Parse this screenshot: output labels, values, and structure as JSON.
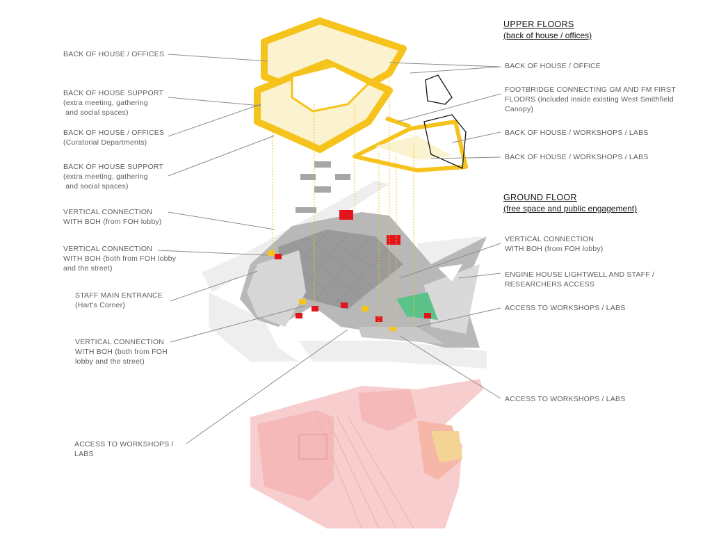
{
  "headings": {
    "upper": {
      "title": "UPPER FLOORS",
      "subtitle": "(back of house / offices)"
    },
    "ground": {
      "title": "GROUND FLOOR",
      "subtitle": "(free space and public engagement)"
    }
  },
  "left_labels": [
    {
      "id": "boh-offices",
      "line1": "BACK OF HOUSE / OFFICES",
      "line2": ""
    },
    {
      "id": "boh-support-1",
      "line1": "BACK OF HOUSE SUPPORT",
      "line2": "(extra meeting, gathering",
      "line3": " and social spaces)"
    },
    {
      "id": "boh-offices-curatorial",
      "line1": "BACK OF HOUSE / OFFICES",
      "line2": "(Curatorial Departments)"
    },
    {
      "id": "boh-support-2",
      "line1": "BACK OF HOUSE SUPPORT",
      "line2": "(extra meeting, gathering",
      "line3": " and social spaces)"
    },
    {
      "id": "vertical-foh",
      "line1": "VERTICAL CONNECTION",
      "line2": "WITH BOH (from FOH lobby)"
    },
    {
      "id": "vertical-both-1",
      "line1": "VERTICAL CONNECTION",
      "line2": "WITH BOH (both from FOH lobby",
      "line3": "and the street)"
    },
    {
      "id": "staff-entrance",
      "line1": "STAFF MAIN ENTRANCE",
      "line2": "(Hart's Corner)"
    },
    {
      "id": "vertical-both-2",
      "line1": "VERTICAL CONNECTION",
      "line2": "WITH BOH (both from FOH",
      "line3": "lobby and the street)"
    },
    {
      "id": "access-workshops-left",
      "line1": "ACCESS TO WORKSHOPS /",
      "line2": "LABS"
    }
  ],
  "right_labels": [
    {
      "id": "boh-office",
      "line1": "BACK OF HOUSE / OFFICE"
    },
    {
      "id": "footbridge",
      "line1": "FOOTBRIDGE CONNECTING GM AND FM FIRST",
      "line2": "FLOORS (included inside existing West Smithfield",
      "line3": "Canopy)"
    },
    {
      "id": "boh-workshops-1",
      "line1": "BACK OF HOUSE / WORKSHOPS / LABS"
    },
    {
      "id": "boh-workshops-2",
      "line1": "BACK OF HOUSE / WORKSHOPS / LABS"
    },
    {
      "id": "vertical-foh-right",
      "line1": "VERTICAL CONNECTION",
      "line2": "WITH BOH (from FOH lobby)"
    },
    {
      "id": "engine-house",
      "line1": "ENGINE HOUSE LIGHTWELL AND STAFF /",
      "line2": "RESEARCHERS ACCESS"
    },
    {
      "id": "access-workshops-1",
      "line1": "ACCESS TO WORKSHOPS / LABS"
    },
    {
      "id": "access-workshops-2",
      "line1": "ACCESS TO WORKSHOPS / LABS"
    }
  ],
  "colors": {
    "upper_floor": "#f5c31c",
    "upper_floor_fill": "#fbf2cf",
    "ground_floor": "#a9a9a9",
    "basement": "#f4b2b2",
    "core": "#e3141b",
    "lightwell": "#5bc38a",
    "leader": "#8c8c8c"
  }
}
